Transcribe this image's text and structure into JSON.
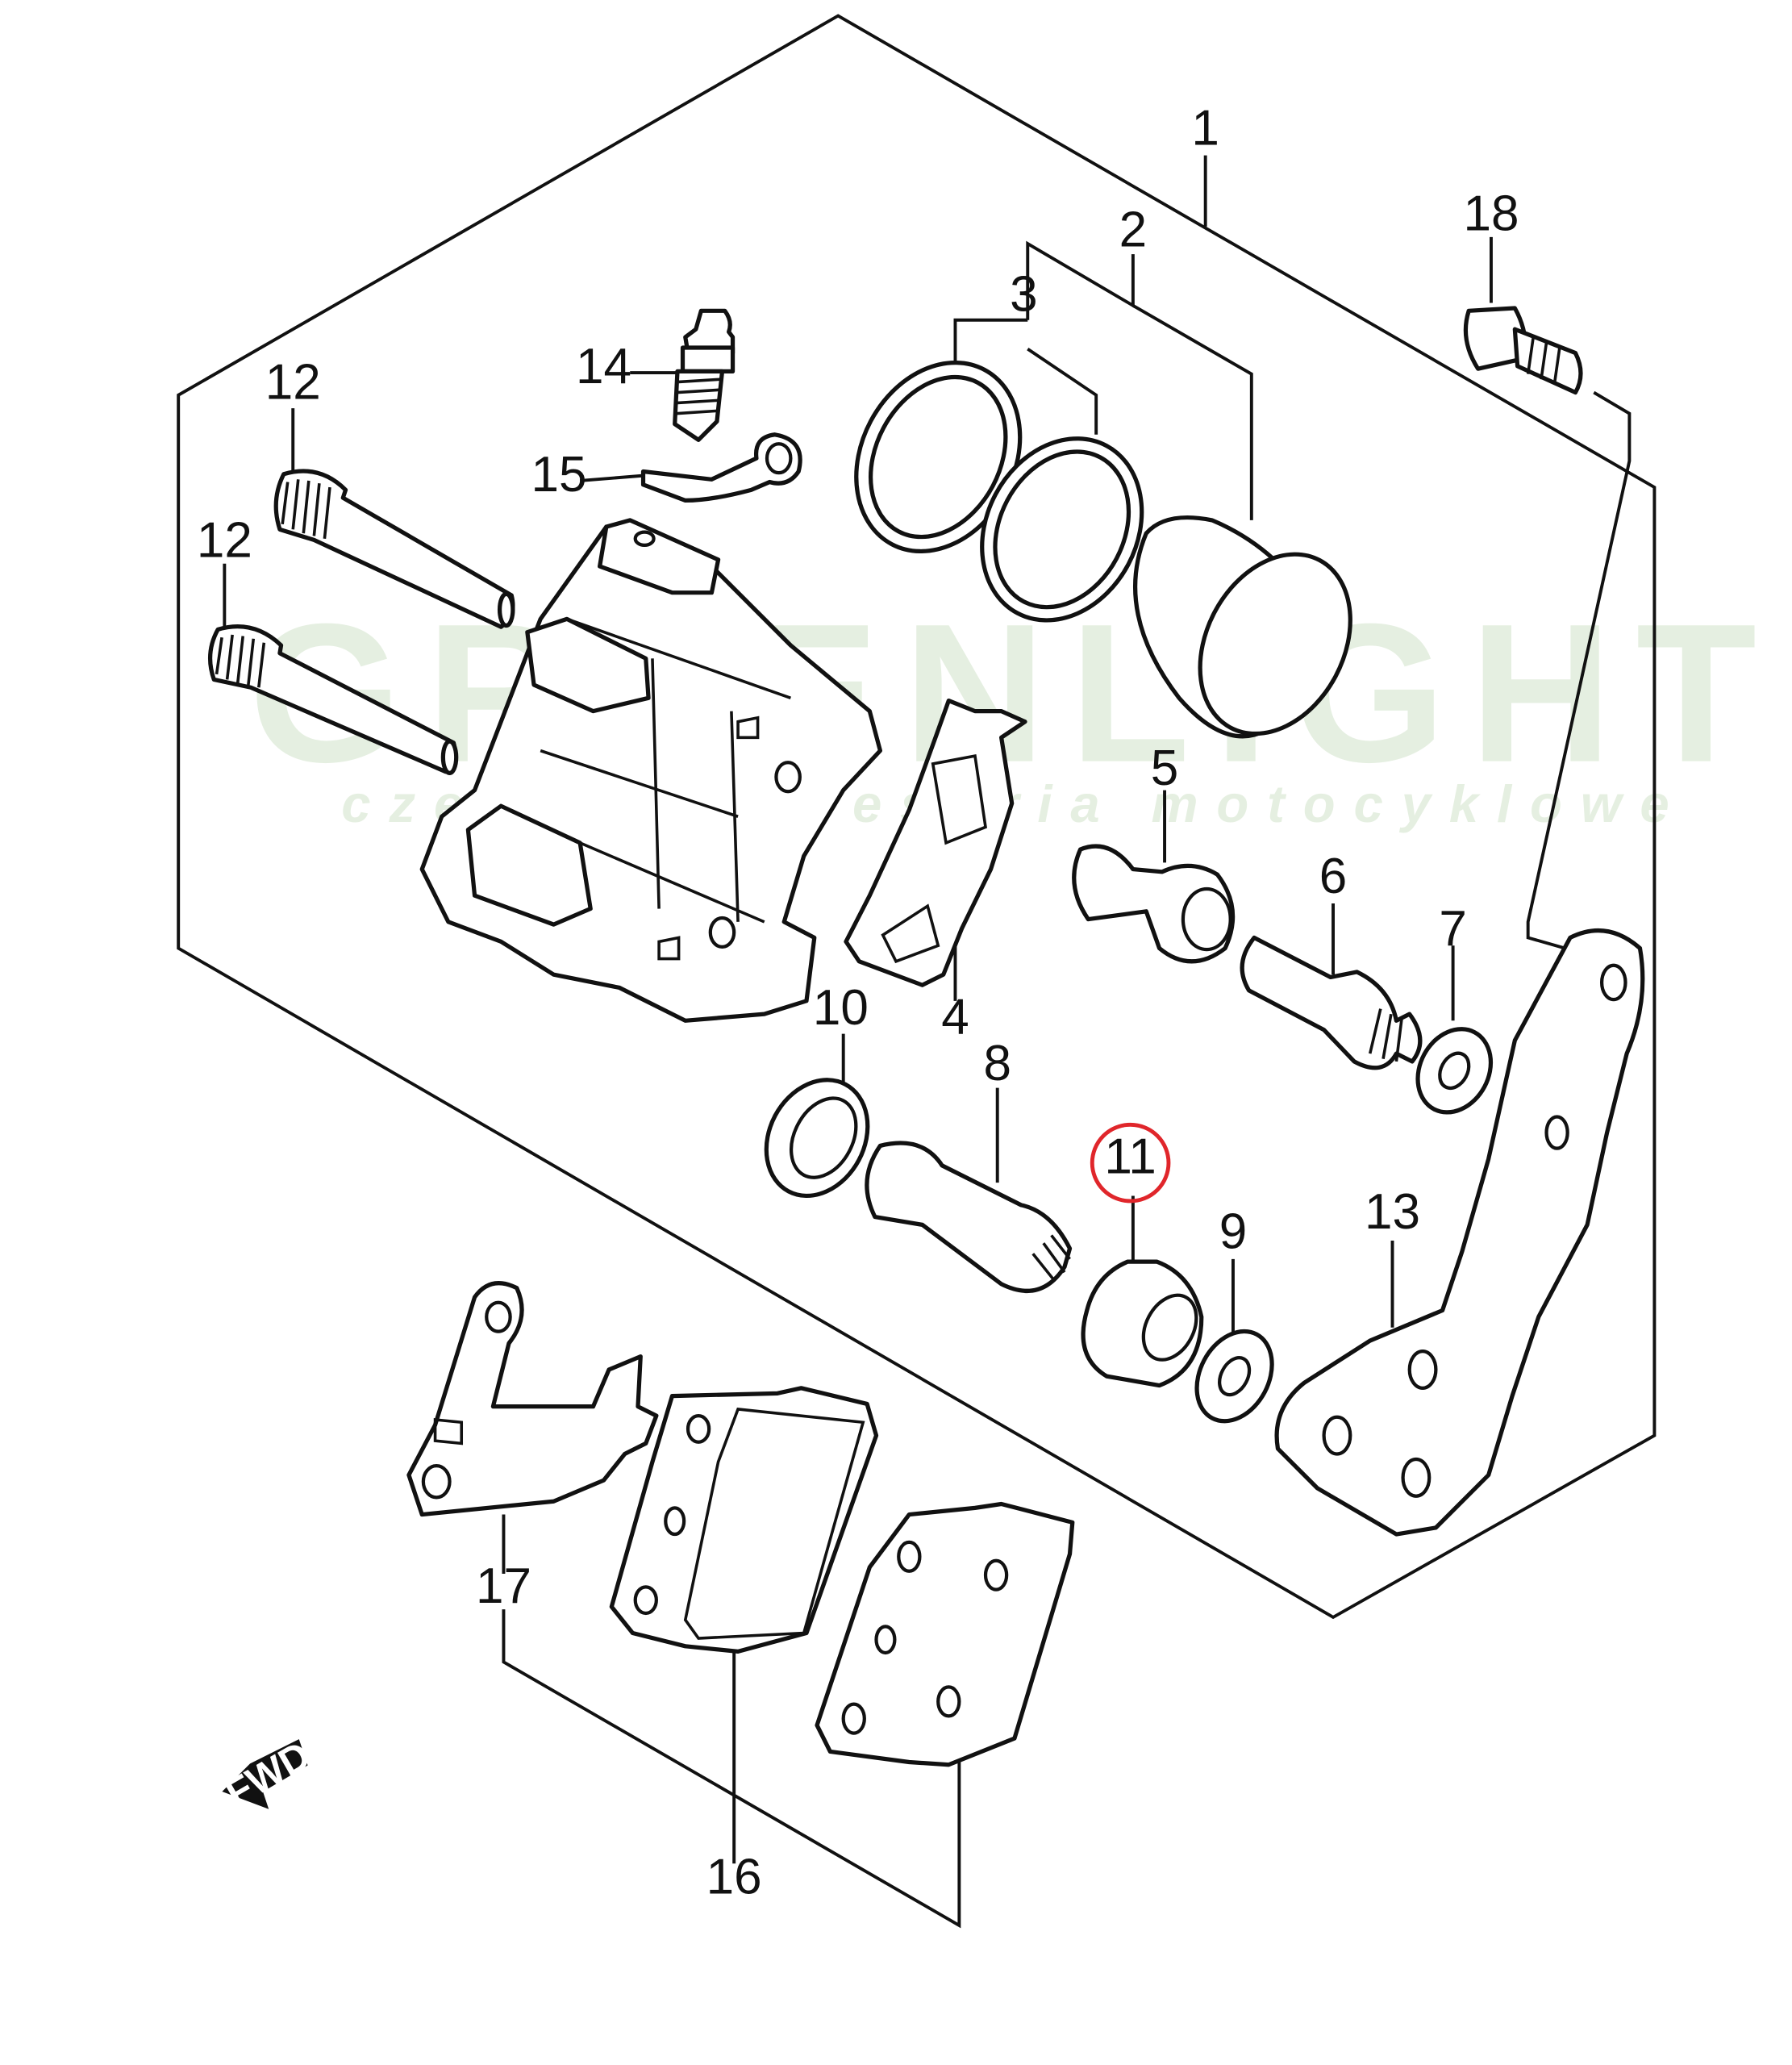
{
  "watermark": {
    "brand": "GREENLIGHT",
    "tagline": "częśći i akcesoria motocyklowe",
    "color": "#dcebd7"
  },
  "callouts": [
    {
      "id": "1",
      "label": "1"
    },
    {
      "id": "2",
      "label": "2"
    },
    {
      "id": "3",
      "label": "3"
    },
    {
      "id": "4",
      "label": "4"
    },
    {
      "id": "5",
      "label": "5"
    },
    {
      "id": "6",
      "label": "6"
    },
    {
      "id": "7",
      "label": "7"
    },
    {
      "id": "8",
      "label": "8"
    },
    {
      "id": "9",
      "label": "9"
    },
    {
      "id": "10",
      "label": "10"
    },
    {
      "id": "11",
      "label": "11",
      "highlighted": true
    },
    {
      "id": "12a",
      "label": "12"
    },
    {
      "id": "12b",
      "label": "12"
    },
    {
      "id": "13",
      "label": "13"
    },
    {
      "id": "14",
      "label": "14"
    },
    {
      "id": "15",
      "label": "15"
    },
    {
      "id": "16",
      "label": "16"
    },
    {
      "id": "17",
      "label": "17"
    },
    {
      "id": "18",
      "label": "18"
    }
  ],
  "direction_marker": {
    "label": "FWD"
  },
  "colors": {
    "line": "#111111",
    "highlight": "#e0262b",
    "background": "#ffffff"
  }
}
